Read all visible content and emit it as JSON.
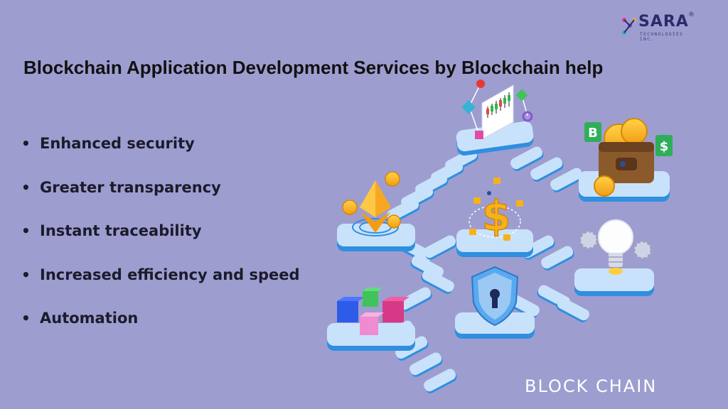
{
  "logo": {
    "name": "SARA",
    "registered": "®",
    "tagline": "TECHNOLOGIES INC."
  },
  "title": "Blockchain Application Development Services by Blockchain help",
  "bullets": [
    {
      "label": "Enhanced security"
    },
    {
      "label": "Greater transparency"
    },
    {
      "label": "Instant traceability"
    },
    {
      "label": "Increased efficiency and speed"
    },
    {
      "label": "Automation"
    }
  ],
  "bullet_glyph": "•",
  "illustration": {
    "icons": [
      "chart-board-icon",
      "wallet-icon",
      "ethereum-icon",
      "dollar-lock-icon",
      "lightbulb-icon",
      "shield-keyhole-icon",
      "cubes-icon"
    ],
    "badge_b": "B",
    "badge_dollar": "$",
    "dollar_sign": "$"
  },
  "caption": "BLOCK CHAIN",
  "colors": {
    "background": "#9e9dd0",
    "platform": "#bcd8f4",
    "platform_edge": "#2f8fe0",
    "accent_gold": "#f6b21a",
    "brand": "#2b2b6b"
  }
}
